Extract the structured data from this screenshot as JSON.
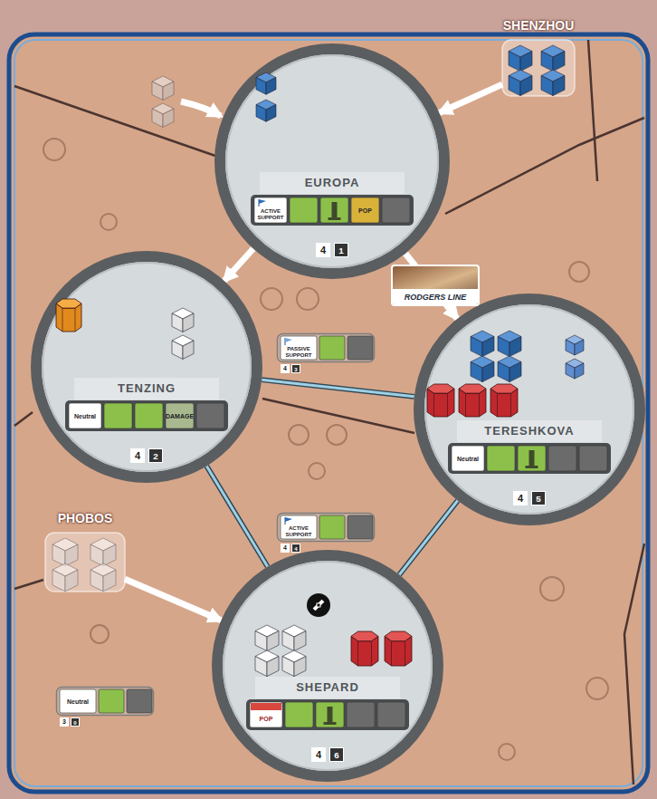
{
  "diagram": {
    "nodes": [
      {
        "text": [
          "EUROPA",
          "ACTIVE SUPPORT",
          "POP",
          "4",
          "1"
        ]
      },
      {
        "text": [
          "SHENZHOU"
        ]
      },
      {
        "text": [
          "TENZING",
          "Neutral",
          "DAMAGE",
          "4",
          "2"
        ]
      },
      {
        "text": [
          "PASSIVE SUPPORT",
          "4",
          "3"
        ]
      },
      {
        "text": [
          "TERESHKOVA",
          "Neutral",
          "4",
          "5"
        ]
      },
      {
        "text": [
          "PHOBOS"
        ]
      },
      {
        "text": [
          "ACTIVE SUPPORT",
          "4",
          "4"
        ]
      },
      {
        "text": [
          "SHEPARD",
          "POP",
          "4",
          "6"
        ]
      },
      {
        "text": [
          "Neutral",
          "3",
          "0"
        ]
      }
    ],
    "edges": [
      {
        "from": 1,
        "to": 0,
        "arrow": "to"
      },
      {
        "from": 0,
        "to": 2,
        "arrow": "to"
      },
      {
        "from": 0,
        "to": 4,
        "arrow": "to"
      },
      {
        "from": 5,
        "to": 7,
        "arrow": "to"
      },
      {
        "from": 0,
        "to": 2,
        "arrow": "none"
      },
      {
        "from": 0,
        "to": 4,
        "arrow": "none"
      },
      {
        "from": 2,
        "to": 4,
        "arrow": "none"
      },
      {
        "from": 2,
        "to": 7,
        "arrow": "none"
      },
      {
        "from": 4,
        "to": 7,
        "arrow": "none"
      }
    ],
    "labels": [
      "RODGERS LINE"
    ]
  }
}
